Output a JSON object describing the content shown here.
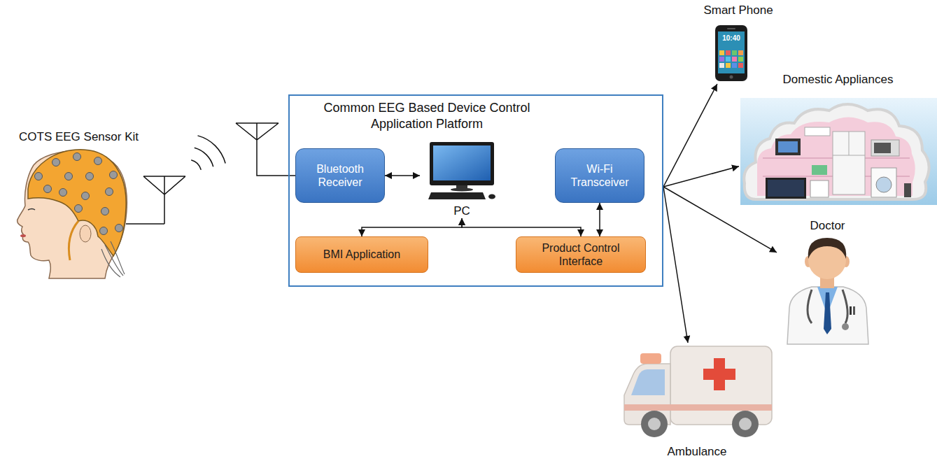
{
  "diagram": {
    "nodes": [
      {
        "text": [
          "COTS EEG Sensor Kit"
        ]
      },
      {
        "text": [
          "Common EEG Based Device Control Application Platform"
        ]
      },
      {
        "text": [
          "Bluetooth Receiver"
        ],
        "in": 1
      },
      {
        "text": [
          "PC"
        ],
        "in": 1
      },
      {
        "text": [
          "Wi-Fi Transceiver"
        ],
        "in": 1
      },
      {
        "text": [
          "BMI Application"
        ],
        "in": 1
      },
      {
        "text": [
          "Product Control Interface"
        ],
        "in": 1
      },
      {
        "text": [
          "Smart Phone"
        ]
      },
      {
        "text": [
          "Domestic Appliances"
        ]
      },
      {
        "text": [
          "Doctor"
        ]
      },
      {
        "text": [
          "Ambulance"
        ]
      }
    ],
    "edges": [
      {
        "from": 2,
        "to": 3,
        "arrow": "both"
      },
      {
        "from": 3,
        "to": 5,
        "arrow": "both"
      },
      {
        "from": 3,
        "to": 6,
        "arrow": "both"
      },
      {
        "from": 4,
        "to": 6,
        "arrow": "both"
      },
      {
        "from": 1,
        "to": 7,
        "arrow": "to"
      },
      {
        "from": 1,
        "to": 8,
        "arrow": "to"
      },
      {
        "from": 1,
        "to": 9,
        "arrow": "to"
      },
      {
        "from": 1,
        "to": 10,
        "arrow": "to"
      }
    ],
    "labels": [
      "10:40"
    ]
  }
}
